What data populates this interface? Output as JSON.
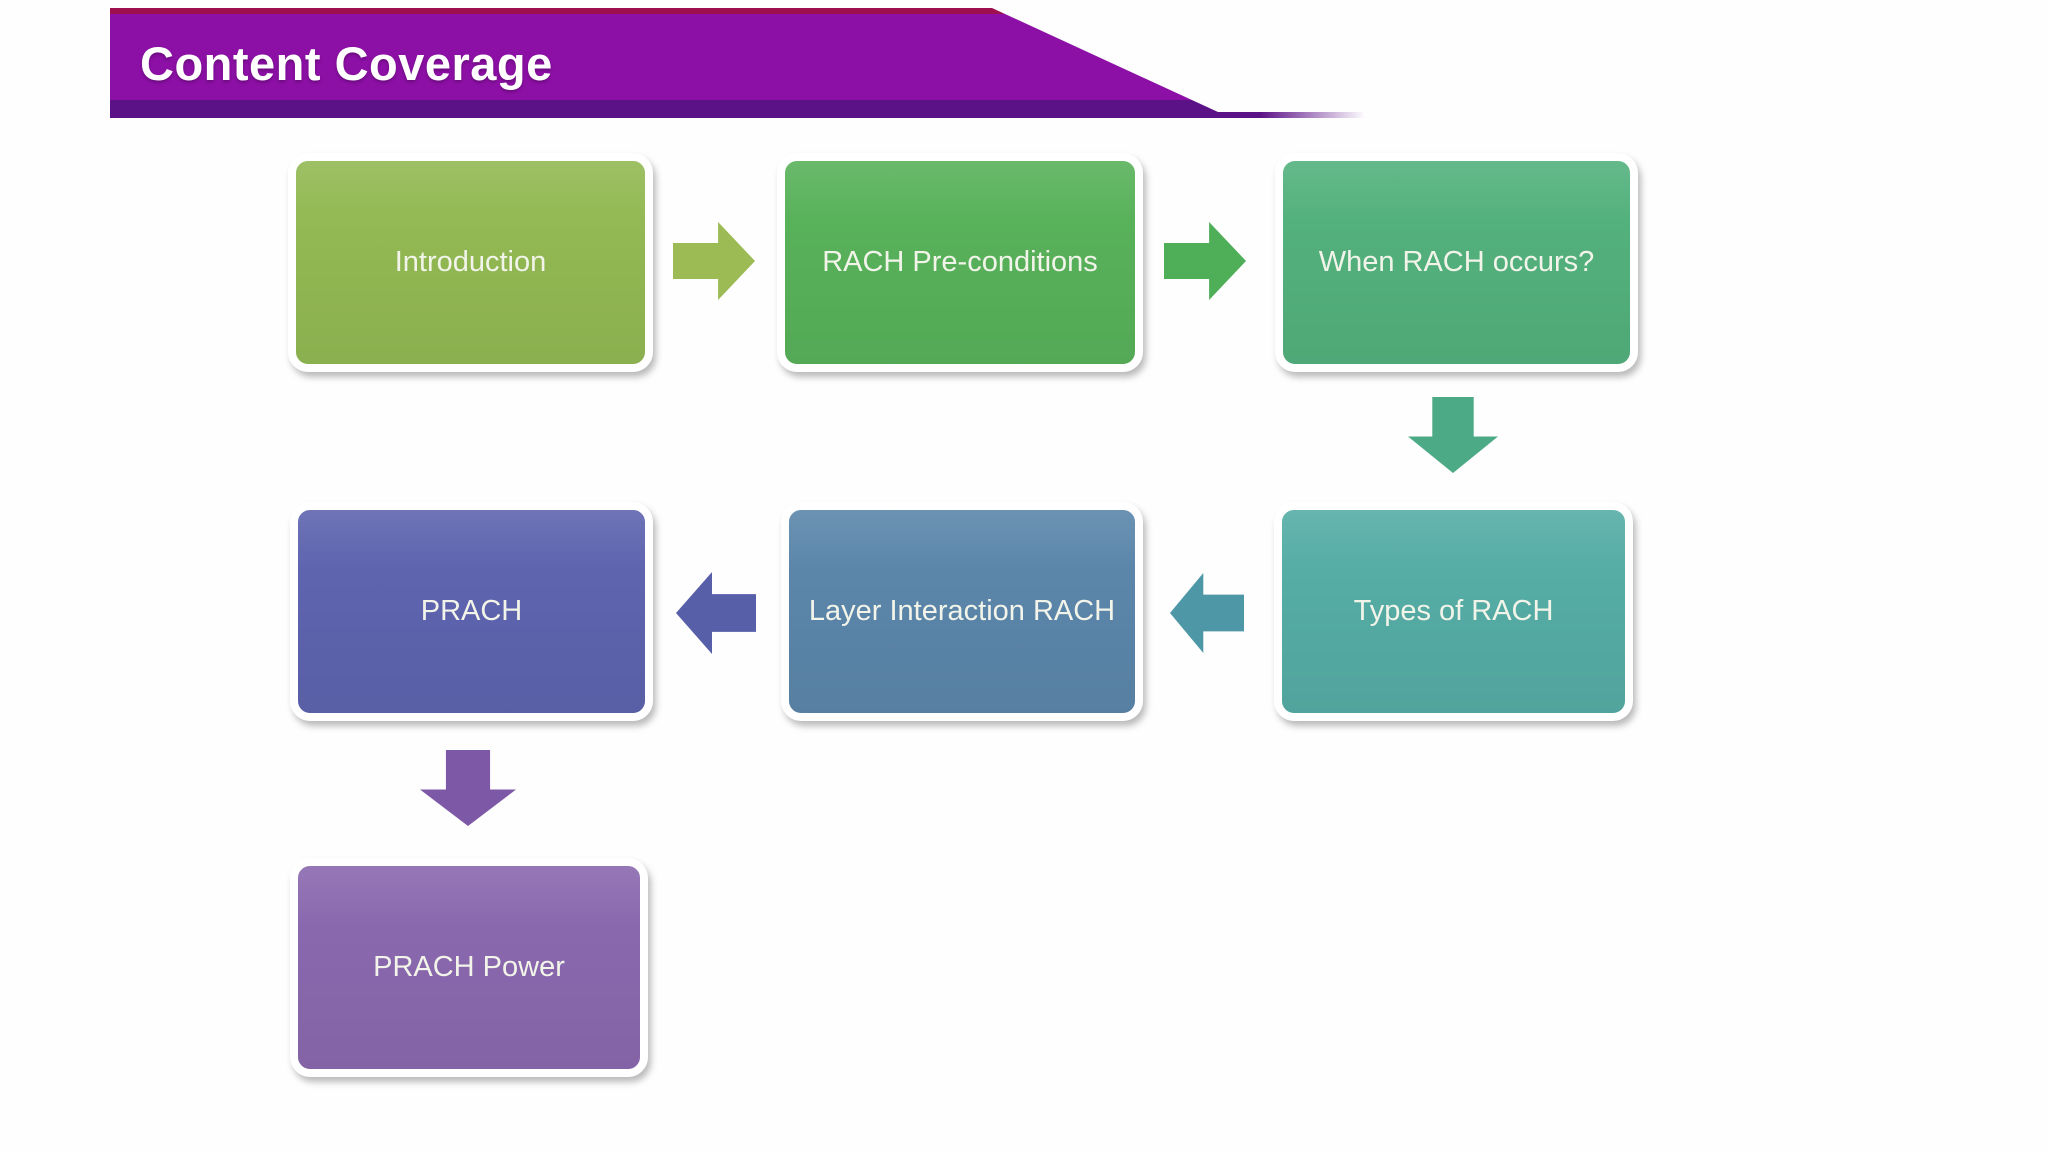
{
  "slide": {
    "title": "Content Coverage",
    "theme": {
      "background": "#fefefe",
      "banner_top_line": "#9e0f50",
      "banner_main": "#8d10a6",
      "banner_bottom_strip": "#5c1287",
      "box_text_color": "#f2f4ea",
      "title_text_color": "#ffffff"
    }
  },
  "flowchart": {
    "boxes": [
      {
        "id": "introduction",
        "label": "Introduction",
        "color": "#92b953"
      },
      {
        "id": "rach-pre-conditions",
        "label": "RACH Pre-conditions",
        "color": "#58b25a"
      },
      {
        "id": "when-rach-occurs",
        "label": "When RACH occurs?",
        "color": "#53b17d"
      },
      {
        "id": "types-of-rach",
        "label": "Types of RACH",
        "color": "#55ada5"
      },
      {
        "id": "layer-interaction-rach",
        "label": "Layer Interaction RACH",
        "color": "#5b86aa"
      },
      {
        "id": "prach",
        "label": "PRACH",
        "color": "#5e64ae"
      },
      {
        "id": "prach-power",
        "label": "PRACH Power",
        "color": "#8a68ae"
      }
    ],
    "arrows": [
      {
        "id": "arrow-introduction-to-preconditions",
        "direction": "right",
        "color": "#9dbb55"
      },
      {
        "id": "arrow-preconditions-to-whenrach",
        "direction": "right",
        "color": "#4fae58"
      },
      {
        "id": "arrow-whenrach-to-types",
        "direction": "down",
        "color": "#4caa86"
      },
      {
        "id": "arrow-types-to-layer",
        "direction": "left",
        "color": "#4e97a6"
      },
      {
        "id": "arrow-layer-to-prach",
        "direction": "left",
        "color": "#585fa9"
      },
      {
        "id": "arrow-prach-to-power",
        "direction": "down",
        "color": "#7d58a6"
      }
    ]
  }
}
